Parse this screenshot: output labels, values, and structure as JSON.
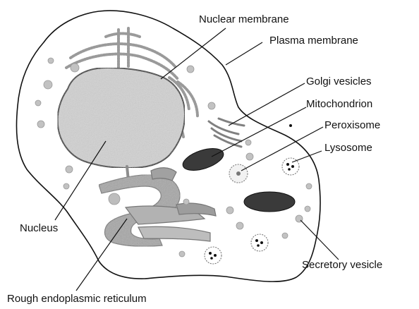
{
  "labels": {
    "nuclear_membrane": "Nuclear membrane",
    "plasma_membrane": "Plasma membrane",
    "golgi_vesicles": "Golgi vesicles",
    "mitochondrion": "Mitochondrion",
    "peroxisome": "Peroxisome",
    "lysosome": "Lysosome",
    "nucleus": "Nucleus",
    "secretory_vesicle": "Secretory vesicle",
    "rough_er": "Rough endoplasmic reticulum"
  },
  "colors": {
    "ink": "#111111",
    "nucleus_fill": "#d2d2d2",
    "cytoplasm": "#ffffff",
    "mitochondrion_fill": "#3a3a3a",
    "er_fill": "#a6a6a6",
    "vesicle_fill": "#bdbdbd"
  }
}
